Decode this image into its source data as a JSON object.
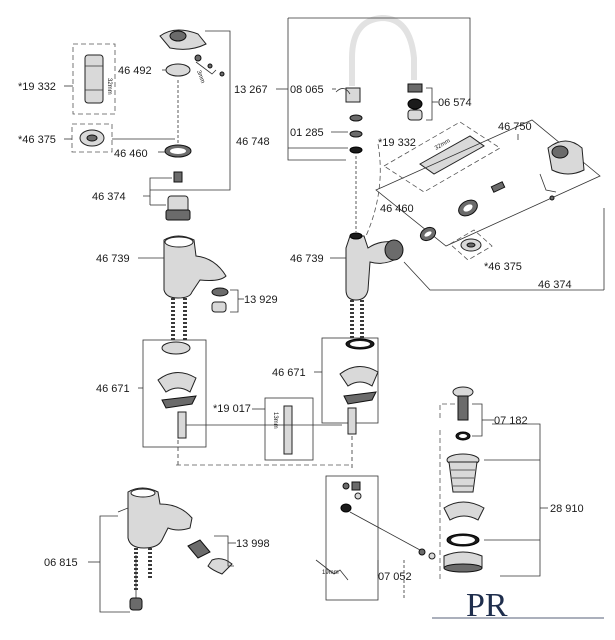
{
  "labels": {
    "l_19332_left": "*19 332",
    "l_32mm_left": "32mm",
    "l_46492": "46 492",
    "l_3mm": "3mm",
    "l_46375_left": "*46 375",
    "l_46460_left": "46 460",
    "l_46748": "46 748",
    "l_46374_left": "46 374",
    "l_46739_left": "46 739",
    "l_13929": "13 929",
    "l_46671_left": "46 671",
    "l_19017": "*19 017",
    "l_13mm": "13mm",
    "l_13998": "13 998",
    "l_06815": "06 815",
    "l_13267": "13 267",
    "l_08065": "08 065",
    "l_06574": "06 574",
    "l_01285": "01 285",
    "l_19332_right": "*19 332",
    "l_32mm_right": "32mm",
    "l_46750": "46 750",
    "l_46460_right": "46 460",
    "l_46739_right": "46 739",
    "l_46375_right": "*46 375",
    "l_46374_right": "46 374",
    "l_46671_right": "46 671",
    "l_07182": "07 182",
    "l_28910": "28 910",
    "l_19mm": "19mm",
    "l_07052": "07 052"
  },
  "logo": {
    "text": "PR"
  },
  "colors": {
    "line": "#333333",
    "part": "#d9d9d9",
    "dark": "#6b6b6b",
    "logo": "#1f2e4d"
  }
}
